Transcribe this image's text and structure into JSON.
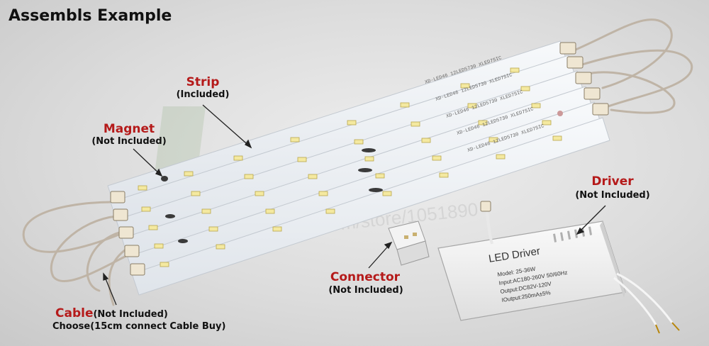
{
  "title": "Assembls Example",
  "labels": {
    "strip": {
      "name": "Strip",
      "note": "(Included)"
    },
    "magnet": {
      "name": "Magnet",
      "note": "(Not Included)"
    },
    "driver": {
      "name": "Driver",
      "note": "(Not Included)"
    },
    "connector": {
      "name": "Connector",
      "note": "(Not Included)"
    },
    "cable": {
      "name": "Cable",
      "note": "(Not Included)",
      "sub": "Choose(15cm connect Cable Buy)"
    }
  },
  "driver_box": {
    "heading": "LED Driver",
    "model": "Model: 25-36W",
    "input": "Input:AC180-260V  50/60Hz",
    "output": "Output:DC82V-120V",
    "current": "IOutput:250mA±5%"
  },
  "strip_print": "XD-LED46 12LED5730 XLED7SIC"
}
